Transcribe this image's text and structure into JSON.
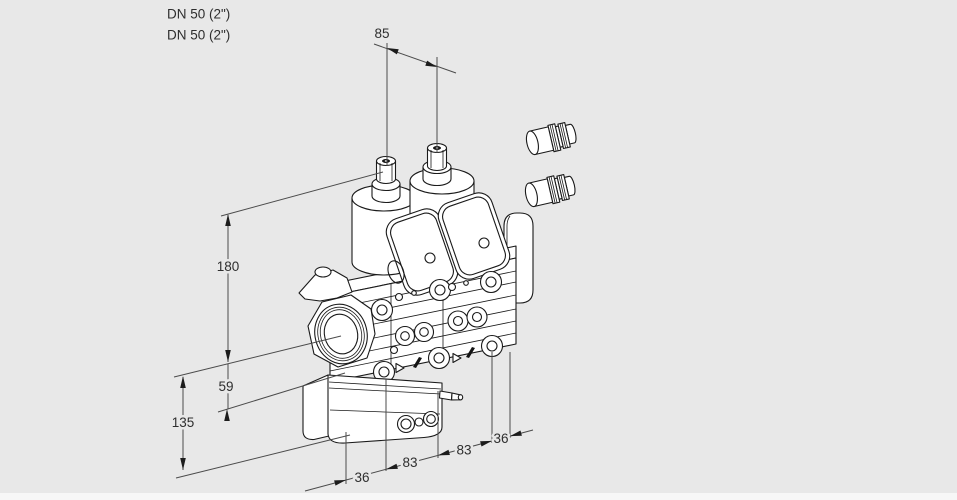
{
  "page": {
    "background_color": "#e8e8e8",
    "footer_strip_color": "#f7f7f7"
  },
  "drawing": {
    "stroke_color": "#1a1a1a",
    "dimension_line_color": "#4b4b4b",
    "text_color": "#2e2e2e",
    "connection_labels": {
      "top": "DN 50 (2\")",
      "bottom": "DN 50 (2\")"
    },
    "dimensions": {
      "coil_axis_spacing": "85",
      "height_axis_to_coil_top": "180",
      "height_axis_to_flange_bottom": "59",
      "height_axis_to_base_bottom": "135",
      "bottom_chain": [
        "36",
        "83",
        "83",
        "36"
      ]
    }
  }
}
